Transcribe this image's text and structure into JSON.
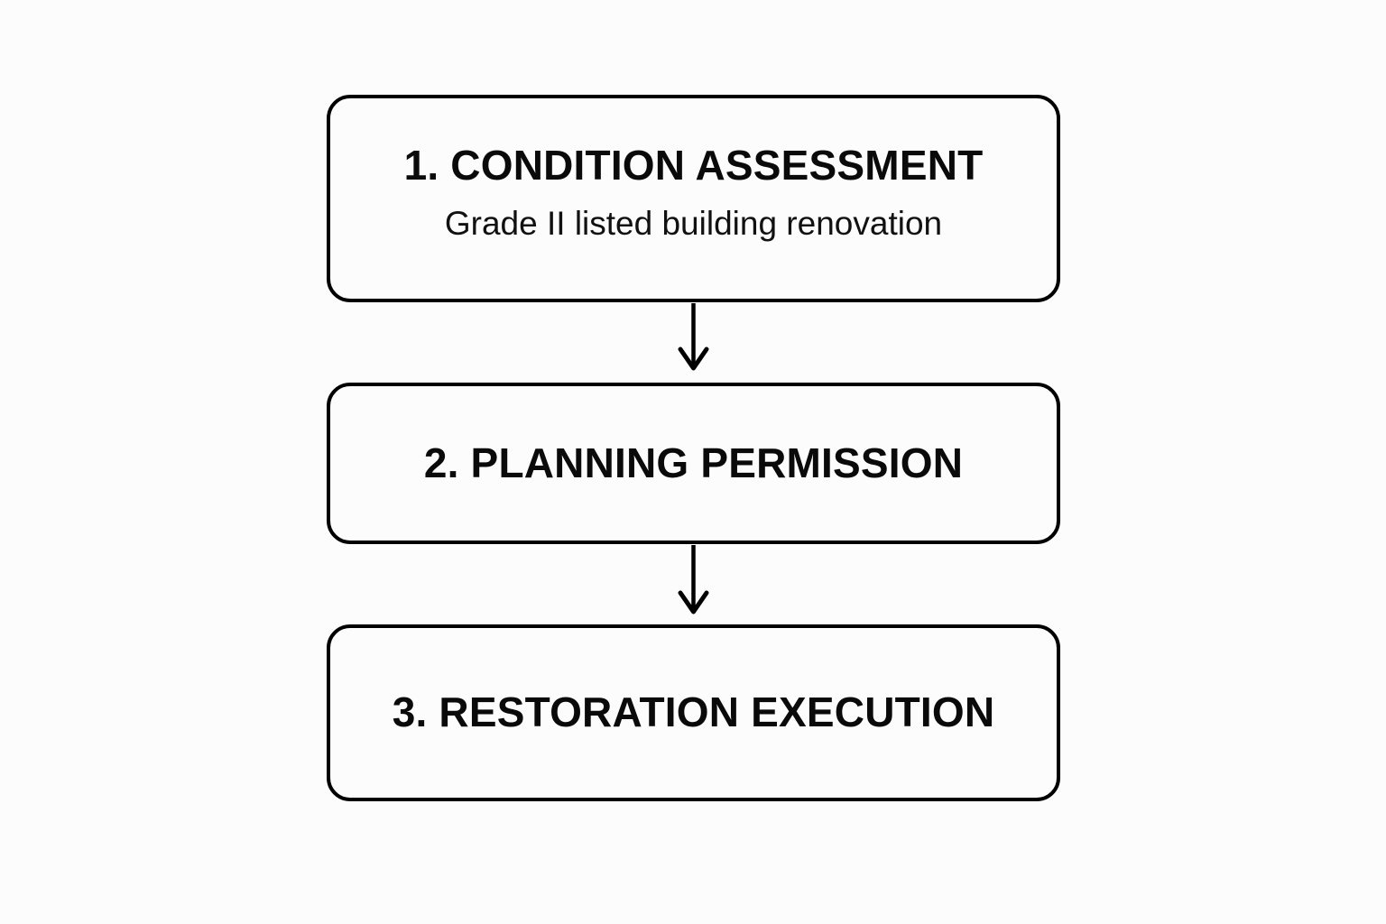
{
  "diagram": {
    "type": "vertical-flowchart",
    "background_color": "#fcfcfc",
    "stroke_color": "#000000",
    "text_color": "#0a0a0a",
    "nodes": [
      {
        "id": "node-1",
        "step": 1,
        "title": "1. CONDITION ASSESSMENT",
        "subtitle": "Grade II listed building renovation"
      },
      {
        "id": "node-2",
        "step": 2,
        "title": "2. PLANNING PERMISSION",
        "subtitle": ""
      },
      {
        "id": "node-3",
        "step": 3,
        "title": "3. RESTORATION EXECUTION",
        "subtitle": ""
      }
    ],
    "connectors": [
      {
        "id": "arrow-1",
        "from": "node-1",
        "to": "node-2",
        "direction": "down"
      },
      {
        "id": "arrow-2",
        "from": "node-2",
        "to": "node-3",
        "direction": "down"
      }
    ]
  }
}
